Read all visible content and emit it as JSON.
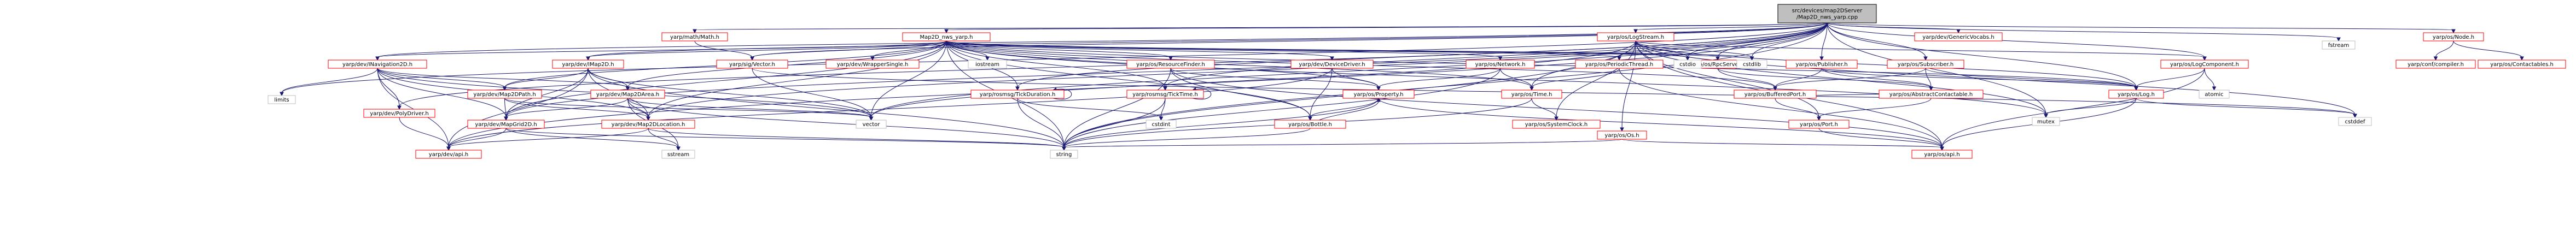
{
  "colors": {
    "edge": "#191970",
    "root_fill": "#bfbfbf",
    "root_border": "#000000",
    "linked_border": "#ff0000",
    "linked_fill": "#ffffff",
    "system_border": "#bfbfbf",
    "text": "#000000"
  },
  "nodes": [
    {
      "id": "root",
      "kind": "root",
      "lines": [
        "src/devices/map2DServer",
        "/Map2D_nws_yarp.cpp"
      ]
    },
    {
      "id": "map2d_nws_yarp_h",
      "kind": "linked",
      "lines": [
        "Map2D_nws_yarp.h"
      ]
    },
    {
      "id": "math",
      "kind": "linked",
      "lines": [
        "yarp/math/Math.h"
      ]
    },
    {
      "id": "logstream",
      "kind": "linked",
      "lines": [
        "yarp/os/LogStream.h"
      ]
    },
    {
      "id": "genericvocabs",
      "kind": "linked",
      "lines": [
        "yarp/dev/GenericVocabs.h"
      ]
    },
    {
      "id": "fstream",
      "kind": "system",
      "lines": [
        "fstream"
      ]
    },
    {
      "id": "node",
      "kind": "linked",
      "lines": [
        "yarp/os/Node.h"
      ]
    },
    {
      "id": "inav2d",
      "kind": "linked",
      "lines": [
        "yarp/dev/INavigation2D.h"
      ]
    },
    {
      "id": "imap2d",
      "kind": "linked",
      "lines": [
        "yarp/dev/IMap2D.h"
      ]
    },
    {
      "id": "sigvector",
      "kind": "linked",
      "lines": [
        "yarp/sig/Vector.h"
      ]
    },
    {
      "id": "wrappersingle",
      "kind": "linked",
      "lines": [
        "yarp/dev/WrapperSingle.h"
      ]
    },
    {
      "id": "iostream",
      "kind": "system",
      "lines": [
        "iostream"
      ]
    },
    {
      "id": "resourcefinder",
      "kind": "linked",
      "lines": [
        "yarp/os/ResourceFinder.h"
      ]
    },
    {
      "id": "devicedriver",
      "kind": "linked",
      "lines": [
        "yarp/dev/DeviceDriver.h"
      ]
    },
    {
      "id": "network",
      "kind": "linked",
      "lines": [
        "yarp/os/Network.h"
      ]
    },
    {
      "id": "periodicthread",
      "kind": "linked",
      "lines": [
        "yarp/os/PeriodicThread.h"
      ]
    },
    {
      "id": "rpcserver",
      "kind": "linked",
      "lines": [
        "yarp/os/RpcServer.h"
      ]
    },
    {
      "id": "publisher",
      "kind": "linked",
      "lines": [
        "yarp/os/Publisher.h"
      ]
    },
    {
      "id": "subscriber",
      "kind": "linked",
      "lines": [
        "yarp/os/Subscriber.h"
      ]
    },
    {
      "id": "cstdio",
      "kind": "system",
      "lines": [
        "cstdio"
      ]
    },
    {
      "id": "cstdlib",
      "kind": "system",
      "lines": [
        "cstdlib"
      ]
    },
    {
      "id": "logcomponent",
      "kind": "linked",
      "lines": [
        "yarp/os/LogComponent.h"
      ]
    },
    {
      "id": "yarpconfig",
      "kind": "linked",
      "lines": [
        "yarp/conf/compiler.h"
      ]
    },
    {
      "id": "contactables",
      "kind": "linked",
      "lines": [
        "yarp/os/Contactables.h"
      ]
    },
    {
      "id": "limits",
      "kind": "system",
      "lines": [
        "limits"
      ]
    },
    {
      "id": "polydriver",
      "kind": "linked",
      "lines": [
        "yarp/dev/PolyDriver.h"
      ]
    },
    {
      "id": "map2dpath",
      "kind": "linked",
      "lines": [
        "yarp/dev/Map2DPath.h"
      ]
    },
    {
      "id": "map2darea",
      "kind": "linked",
      "lines": [
        "yarp/dev/Map2DArea.h"
      ]
    },
    {
      "id": "tickduration",
      "kind": "linked",
      "lines": [
        "yarp/rosmsg/TickDuration.h"
      ]
    },
    {
      "id": "ticktime",
      "kind": "linked",
      "lines": [
        "yarp/rosmsg/TickTime.h"
      ]
    },
    {
      "id": "property",
      "kind": "linked",
      "lines": [
        "yarp/os/Property.h"
      ]
    },
    {
      "id": "ostime",
      "kind": "linked",
      "lines": [
        "yarp/os/Time.h"
      ]
    },
    {
      "id": "bufferedport",
      "kind": "linked",
      "lines": [
        "yarp/os/BufferedPort.h"
      ]
    },
    {
      "id": "abstractcontactable",
      "kind": "linked",
      "lines": [
        "yarp/os/AbstractContactable.h"
      ]
    },
    {
      "id": "log",
      "kind": "linked",
      "lines": [
        "yarp/os/Log.h"
      ]
    },
    {
      "id": "atomic",
      "kind": "system",
      "lines": [
        "atomic"
      ]
    },
    {
      "id": "mapgrid2d",
      "kind": "linked",
      "lines": [
        "yarp/dev/MapGrid2D.h"
      ]
    },
    {
      "id": "map2dlocation",
      "kind": "linked",
      "lines": [
        "yarp/dev/Map2DLocation.h"
      ]
    },
    {
      "id": "vector",
      "kind": "system",
      "lines": [
        "vector"
      ]
    },
    {
      "id": "cstddef",
      "kind": "system",
      "lines": [
        "cstddef"
      ]
    },
    {
      "id": "mutex",
      "kind": "system",
      "lines": [
        "mutex"
      ]
    },
    {
      "id": "cstdint",
      "kind": "system",
      "lines": [
        "cstdint"
      ]
    },
    {
      "id": "systemclock",
      "kind": "linked",
      "lines": [
        "yarp/os/SystemClock.h"
      ]
    },
    {
      "id": "port",
      "kind": "linked",
      "lines": [
        "yarp/os/Port.h"
      ]
    },
    {
      "id": "osh",
      "kind": "linked",
      "lines": [
        "yarp/os/Os.h"
      ]
    },
    {
      "id": "bottle",
      "kind": "linked",
      "lines": [
        "yarp/os/Bottle.h"
      ]
    },
    {
      "id": "devapi",
      "kind": "linked",
      "lines": [
        "yarp/dev/api.h"
      ]
    },
    {
      "id": "sstream",
      "kind": "system",
      "lines": [
        "sstream"
      ]
    },
    {
      "id": "string",
      "kind": "system",
      "lines": [
        "string"
      ]
    },
    {
      "id": "osapi",
      "kind": "linked",
      "lines": [
        "yarp/os/api.h"
      ]
    }
  ],
  "edges": [
    [
      "root",
      "map2d_nws_yarp_h"
    ],
    [
      "root",
      "math"
    ],
    [
      "root",
      "logstream"
    ],
    [
      "root",
      "genericvocabs"
    ],
    [
      "root",
      "fstream"
    ],
    [
      "root",
      "node"
    ],
    [
      "root",
      "inav2d"
    ],
    [
      "root",
      "imap2d"
    ],
    [
      "root",
      "sigvector"
    ],
    [
      "root",
      "cstdio"
    ],
    [
      "root",
      "cstdlib"
    ],
    [
      "root",
      "mutex"
    ],
    [
      "root",
      "string"
    ],
    [
      "root",
      "vector"
    ],
    [
      "root",
      "limits"
    ],
    [
      "root",
      "map2dlocation"
    ],
    [
      "root",
      "mapgrid2d"
    ],
    [
      "root",
      "ticktime"
    ],
    [
      "root",
      "tickduration"
    ],
    [
      "root",
      "devapi"
    ],
    [
      "root",
      "polydriver"
    ],
    [
      "root",
      "log"
    ],
    [
      "root",
      "logcomponent"
    ],
    [
      "root",
      "publisher"
    ],
    [
      "root",
      "subscriber"
    ],
    [
      "root",
      "rpcserver"
    ],
    [
      "map2d_nws_yarp_h",
      "sigvector"
    ],
    [
      "map2d_nws_yarp_h",
      "wrappersingle"
    ],
    [
      "map2d_nws_yarp_h",
      "iostream"
    ],
    [
      "map2d_nws_yarp_h",
      "resourcefinder"
    ],
    [
      "map2d_nws_yarp_h",
      "devicedriver"
    ],
    [
      "map2d_nws_yarp_h",
      "network"
    ],
    [
      "map2d_nws_yarp_h",
      "periodicthread"
    ],
    [
      "map2d_nws_yarp_h",
      "rpcserver"
    ],
    [
      "map2d_nws_yarp_h",
      "imap2d"
    ],
    [
      "map2d_nws_yarp_h",
      "inav2d"
    ],
    [
      "map2d_nws_yarp_h",
      "map2dpath"
    ],
    [
      "map2d_nws_yarp_h",
      "map2darea"
    ],
    [
      "map2d_nws_yarp_h",
      "map2dlocation"
    ],
    [
      "map2d_nws_yarp_h",
      "mapgrid2d"
    ],
    [
      "map2d_nws_yarp_h",
      "ticktime"
    ],
    [
      "map2d_nws_yarp_h",
      "tickduration"
    ],
    [
      "map2d_nws_yarp_h",
      "property"
    ],
    [
      "map2d_nws_yarp_h",
      "bufferedport"
    ],
    [
      "map2d_nws_yarp_h",
      "ostime"
    ],
    [
      "map2d_nws_yarp_h",
      "mutex"
    ],
    [
      "map2d_nws_yarp_h",
      "string"
    ],
    [
      "map2d_nws_yarp_h",
      "vector"
    ],
    [
      "map2d_nws_yarp_h",
      "cstdio"
    ],
    [
      "map2d_nws_yarp_h",
      "cstdlib"
    ],
    [
      "map2d_nws_yarp_h",
      "bottle"
    ],
    [
      "map2d_nws_yarp_h",
      "log"
    ],
    [
      "math",
      "sigvector"
    ],
    [
      "logstream",
      "log"
    ],
    [
      "logstream",
      "logcomponent"
    ],
    [
      "logstream",
      "osh"
    ],
    [
      "logstream",
      "osapi"
    ],
    [
      "logstream",
      "string"
    ],
    [
      "logstream",
      "cstdio"
    ],
    [
      "logstream",
      "cstdlib"
    ],
    [
      "logstream",
      "cstddef"
    ],
    [
      "logstream",
      "systemclock"
    ],
    [
      "logstream",
      "ostime"
    ],
    [
      "logstream",
      "vector"
    ],
    [
      "logstream",
      "mutex"
    ],
    [
      "logstream",
      "port"
    ],
    [
      "node",
      "contactables"
    ],
    [
      "node",
      "yarpconfig"
    ],
    [
      "inav2d",
      "polydriver"
    ],
    [
      "inav2d",
      "map2dlocation"
    ],
    [
      "inav2d",
      "map2dpath"
    ],
    [
      "inav2d",
      "mapgrid2d"
    ],
    [
      "inav2d",
      "map2darea"
    ],
    [
      "inav2d",
      "limits"
    ],
    [
      "inav2d",
      "devapi"
    ],
    [
      "inav2d",
      "vector"
    ],
    [
      "imap2d",
      "map2dlocation"
    ],
    [
      "imap2d",
      "mapgrid2d"
    ],
    [
      "imap2d",
      "map2darea"
    ],
    [
      "imap2d",
      "map2dpath"
    ],
    [
      "imap2d",
      "devapi"
    ],
    [
      "imap2d",
      "vector"
    ],
    [
      "imap2d",
      "string"
    ],
    [
      "sigvector",
      "vector"
    ],
    [
      "sigvector",
      "cstddef"
    ],
    [
      "resourcefinder",
      "property"
    ],
    [
      "resourcefinder",
      "bottle"
    ],
    [
      "resourcefinder",
      "string"
    ],
    [
      "resourcefinder",
      "osapi"
    ],
    [
      "devicedriver",
      "property"
    ],
    [
      "devicedriver",
      "devapi"
    ],
    [
      "devicedriver",
      "bottle"
    ],
    [
      "network",
      "property"
    ],
    [
      "network",
      "ostime"
    ],
    [
      "network",
      "string"
    ],
    [
      "periodicthread",
      "ostime"
    ],
    [
      "periodicthread",
      "osapi"
    ],
    [
      "rpcserver",
      "abstractcontactable"
    ],
    [
      "rpcserver",
      "bufferedport"
    ],
    [
      "publisher",
      "abstractcontactable"
    ],
    [
      "publisher",
      "bufferedport"
    ],
    [
      "publisher",
      "log"
    ],
    [
      "subscriber",
      "abstractcontactable"
    ],
    [
      "subscriber",
      "bufferedport"
    ],
    [
      "subscriber",
      "log"
    ],
    [
      "logcomponent",
      "log"
    ],
    [
      "logcomponent",
      "atomic"
    ],
    [
      "logcomponent",
      "osapi"
    ],
    [
      "map2dpath",
      "map2dlocation"
    ],
    [
      "map2dpath",
      "mapgrid2d"
    ],
    [
      "map2dpath",
      "vector"
    ],
    [
      "map2darea",
      "map2dlocation"
    ],
    [
      "map2darea",
      "mapgrid2d"
    ],
    [
      "map2darea",
      "vector"
    ],
    [
      "map2darea",
      "sstream"
    ],
    [
      "map2darea",
      "string"
    ],
    [
      "tickduration",
      "cstdint"
    ],
    [
      "tickduration",
      "string"
    ],
    [
      "tickduration",
      "tickduration"
    ],
    [
      "ticktime",
      "cstdint"
    ],
    [
      "ticktime",
      "string"
    ],
    [
      "ticktime",
      "ticktime"
    ],
    [
      "property",
      "bottle"
    ],
    [
      "property",
      "string"
    ],
    [
      "property",
      "osapi"
    ],
    [
      "ostime",
      "systemclock"
    ],
    [
      "ostime",
      "string"
    ],
    [
      "bufferedport",
      "port"
    ],
    [
      "bufferedport",
      "abstractcontactable"
    ],
    [
      "abstractcontactable",
      "port"
    ],
    [
      "log",
      "osapi"
    ],
    [
      "log",
      "cstddef"
    ],
    [
      "log",
      "mutex"
    ],
    [
      "mapgrid2d",
      "devapi"
    ],
    [
      "mapgrid2d",
      "string"
    ],
    [
      "mapgrid2d",
      "sstream"
    ],
    [
      "map2dlocation",
      "devapi"
    ],
    [
      "map2dlocation",
      "sstream"
    ],
    [
      "map2dlocation",
      "string"
    ],
    [
      "port",
      "osapi"
    ],
    [
      "osh",
      "osapi"
    ],
    [
      "osh",
      "string"
    ],
    [
      "bottle",
      "property"
    ],
    [
      "bottle",
      "string"
    ],
    [
      "polydriver",
      "devapi"
    ]
  ]
}
